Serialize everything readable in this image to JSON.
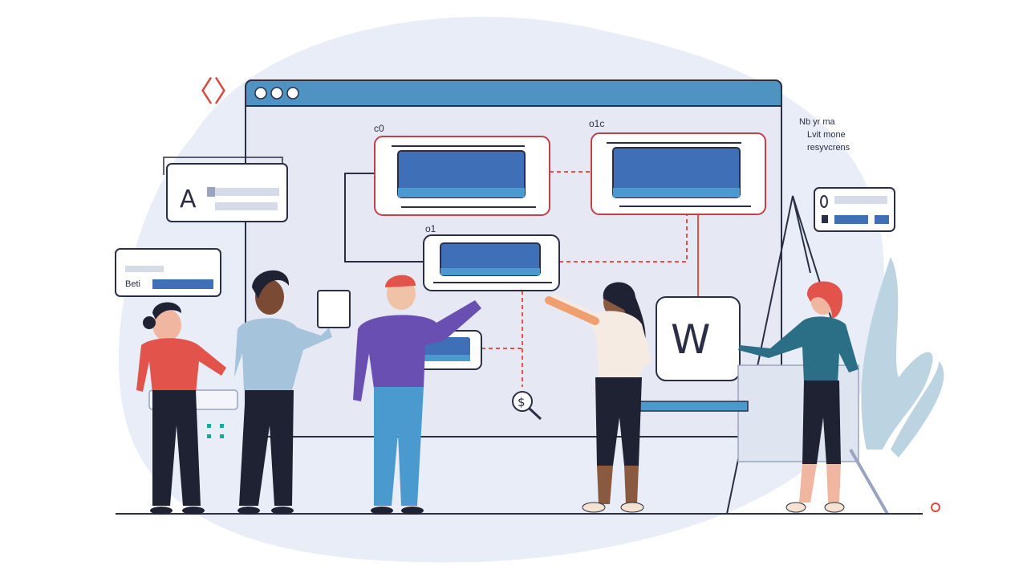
{
  "scene": {
    "code_symbol": "〈〉",
    "browser_window": {
      "dots": [
        "dot-1",
        "dot-2",
        "dot-3"
      ],
      "nodes": [
        {
          "id": "node-left-top",
          "title": "c0"
        },
        {
          "id": "node-right-top",
          "title": "o1c"
        },
        {
          "id": "node-middle",
          "title": "o1"
        }
      ]
    },
    "left_card_letter": "A",
    "left_small_card_text": "Beti",
    "side_note_lines": [
      "Nb yr ma",
      "Lvit mone",
      "resyvcrens"
    ],
    "logo_card_letter": "W",
    "icons": [
      "search-icon",
      "dollar-icon",
      "code-brackets-icon",
      "pin-icon"
    ],
    "colors": {
      "blob": "#e8edf7",
      "window_frame": "#4f93c2",
      "window_bg": "#e6e9f4",
      "node_fill": "#3e6fb7",
      "connector": "#e2534b",
      "outline": "#2a2f45"
    }
  }
}
